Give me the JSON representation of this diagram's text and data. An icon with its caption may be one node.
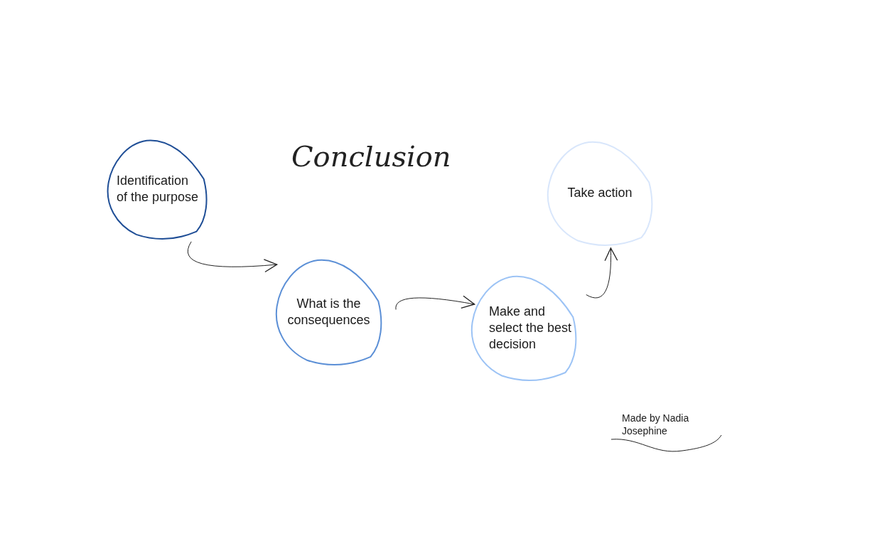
{
  "diagram": {
    "title": "Conclusion",
    "nodes": [
      {
        "text": [
          "Identification of the purpose"
        ]
      },
      {
        "text": [
          "What is the consequences"
        ]
      },
      {
        "text": [
          "Make and select the best decision"
        ]
      },
      {
        "text": [
          "Take action"
        ]
      }
    ],
    "edges": [
      {
        "from": 0,
        "to": 1,
        "arrow": "to"
      },
      {
        "from": 1,
        "to": 2,
        "arrow": "to"
      },
      {
        "from": 2,
        "to": 3,
        "arrow": "to"
      }
    ],
    "labels": [
      "Made by Nadia Josephine"
    ]
  }
}
